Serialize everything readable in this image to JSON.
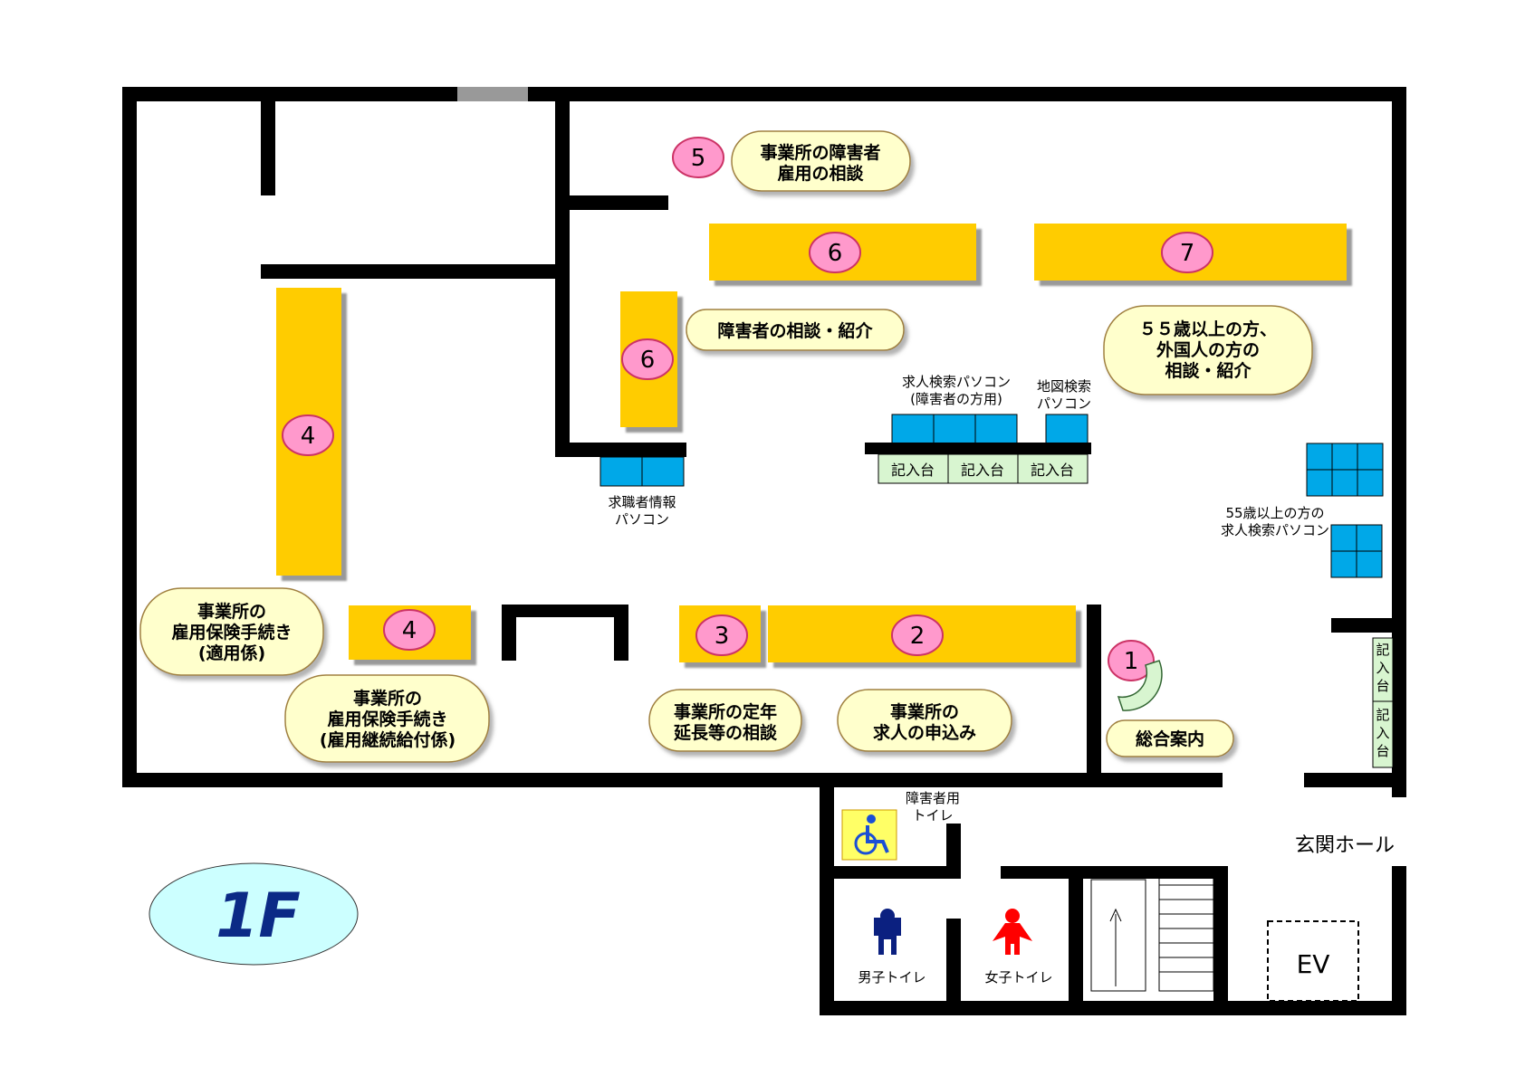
{
  "floor_label": "1F",
  "counters": {
    "c1": "1",
    "c2": "2",
    "c3": "3",
    "c4a": "4",
    "c4b": "4",
    "c5": "5",
    "c6a": "6",
    "c6b": "6",
    "c7": "7"
  },
  "callouts": {
    "c5": [
      "事業所の障害者",
      "雇用の相談"
    ],
    "c6": [
      "障害者の相談・紹介"
    ],
    "c7": [
      "５５歳以上の方、",
      "外国人の方の",
      "相談・紹介"
    ],
    "c4_applied": [
      "事業所の",
      "雇用保険手続き",
      "(適用係)"
    ],
    "c4_continued": [
      "事業所の",
      "雇用保険手続き",
      "(雇用継続給付係)"
    ],
    "c3": [
      "事業所の定年",
      "延長等の相談"
    ],
    "c2": [
      "事業所の",
      "求人の申込み"
    ],
    "c1": [
      "総合案内"
    ]
  },
  "labels": {
    "job_search_pc_disabled": [
      "求人検索パソコン",
      "(障害者の方用)"
    ],
    "map_search_pc": [
      "地図検索",
      "パソコン"
    ],
    "writing_desk": "記入台",
    "job_seeker_pc": [
      "求職者情報",
      "パソコン"
    ],
    "senior_pc": [
      "55歳以上の方の",
      "求人検索パソコン"
    ],
    "side_desk": [
      "記",
      "入",
      "台"
    ],
    "accessible_toilet": [
      "障害者用",
      "トイレ"
    ],
    "entrance_hall": "玄関ホール",
    "men_toilet": "男子トイレ",
    "women_toilet": "女子トイレ",
    "elevator": "EV"
  },
  "colors": {
    "wall": "#000000",
    "counter": "#ffcc00",
    "counter_shadow": "#999999",
    "marker_fill": "#ff99cc",
    "callout_fill": "#ffffcc",
    "pc_fill": "#00a8e8",
    "desk_fill": "#d8f5d0",
    "men_icon": "#0b2080",
    "women_icon": "#ff0000",
    "floor_badge_fill": "#ccffff",
    "floor_badge_text": "#0b2a86",
    "door_gap": "#999999",
    "wheelchair_fill": "#1a4fd6",
    "wheelchair_bg": "#ffff66"
  }
}
